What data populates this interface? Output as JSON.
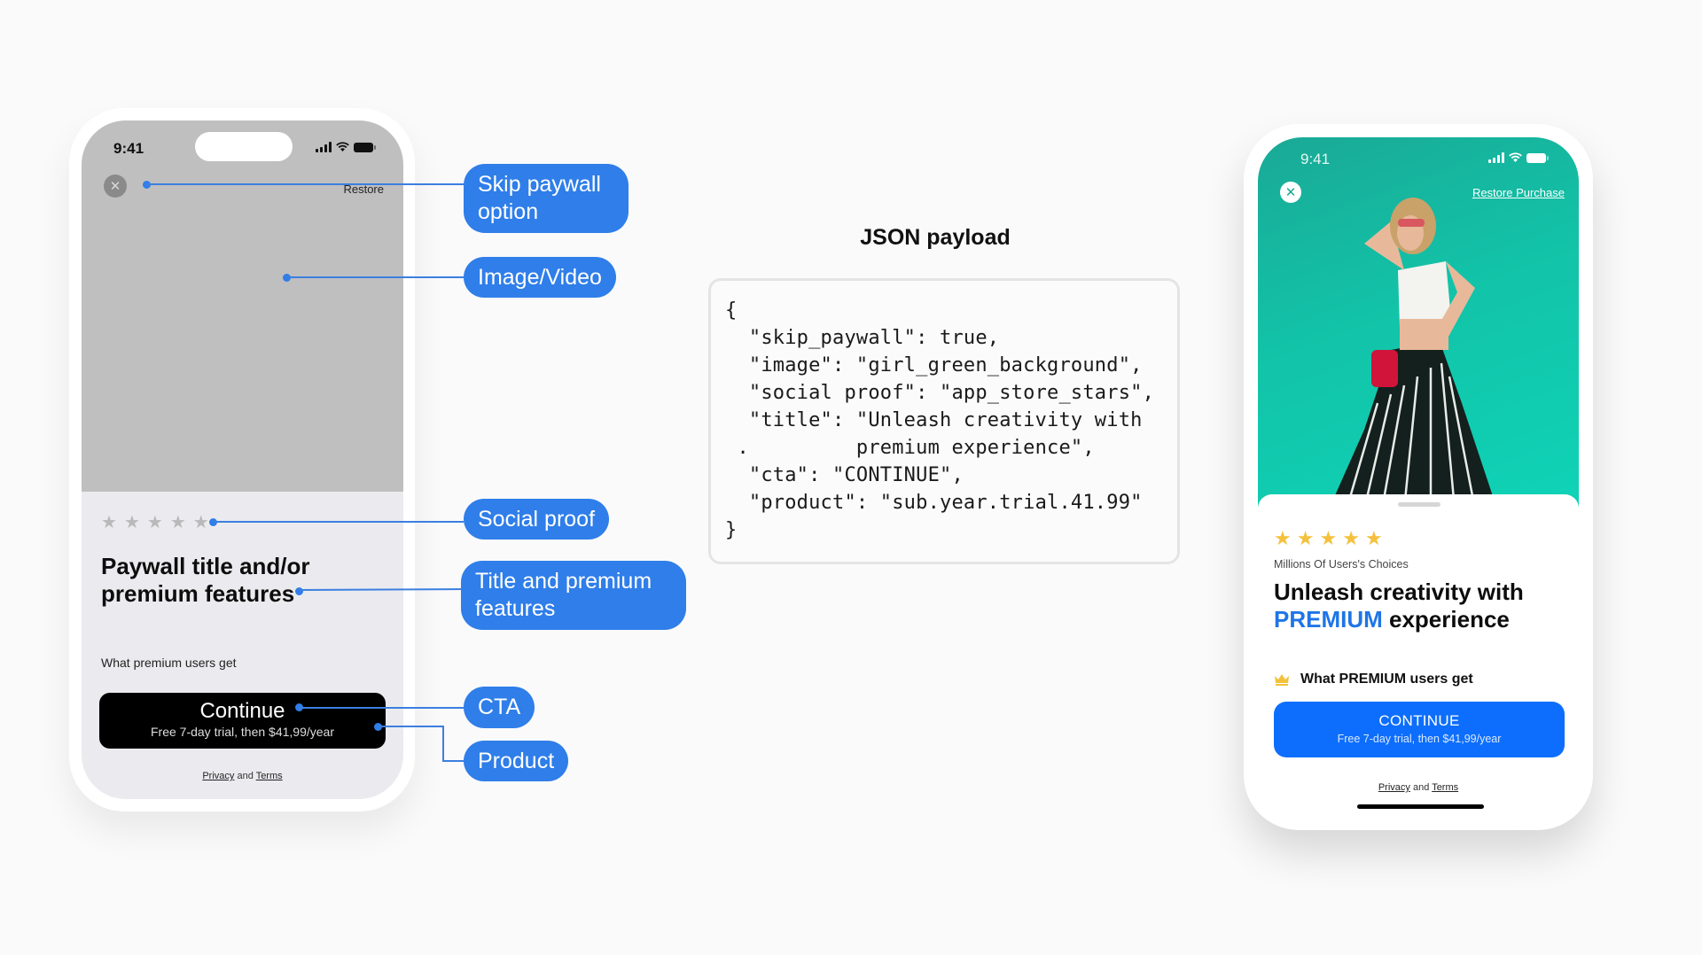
{
  "wireframe_phone": {
    "status_time": "9:41",
    "close_icon": "close-icon",
    "restore_label": "Restore",
    "image_placeholder": "image-placeholder",
    "stars": [
      "★",
      "★",
      "★",
      "★",
      "★"
    ],
    "title": "Paywall title and/or premium features",
    "subtitle": "What premium users get",
    "cta_label": "Continue",
    "cta_product": "Free 7-day trial, then $41,99/year",
    "legal": {
      "privacy": "Privacy",
      "and": "and",
      "terms": "Terms"
    }
  },
  "callouts": [
    {
      "id": "skip",
      "label": "Skip paywall option"
    },
    {
      "id": "image",
      "label": "Image/Video"
    },
    {
      "id": "social",
      "label": "Social proof"
    },
    {
      "id": "title",
      "label": "Title and premium features"
    },
    {
      "id": "cta",
      "label": "CTA"
    },
    {
      "id": "product",
      "label": "Product"
    }
  ],
  "json_payload": {
    "title": "JSON payload",
    "code": "{\n  \"skip_paywall\": true,\n  \"image\": \"girl_green_background\",\n  \"social proof\": \"app_store_stars\",\n  \"title\": \"Unleash creativity with\n .         premium experience\",\n  \"cta\": \"CONTINUE\",\n  \"product\": \"sub.year.trial.41.99\"\n}"
  },
  "real_phone": {
    "status_time": "9:41",
    "restore_label": "Restore Purchase",
    "stars": [
      "★",
      "★",
      "★",
      "★",
      "★"
    ],
    "social_text": "Millions Of Users's Choices",
    "title_part1": "Unleash creativity with ",
    "title_highlight": "PREMIUM",
    "title_part2": " experience",
    "feature": "What PREMIUM users get",
    "cta_label": "CONTINUE",
    "cta_product": "Free 7-day trial, then $41,99/year",
    "legal": {
      "privacy": "Privacy",
      "and": "and",
      "terms": "Terms"
    },
    "colors": {
      "accent": "#1f75e6",
      "cta": "#0d6efd",
      "stars": "#f5c13c",
      "background": "#12c3a8"
    }
  },
  "colors": {
    "callout_blue": "#2f7ee9",
    "page_bg": "#fafafb"
  }
}
